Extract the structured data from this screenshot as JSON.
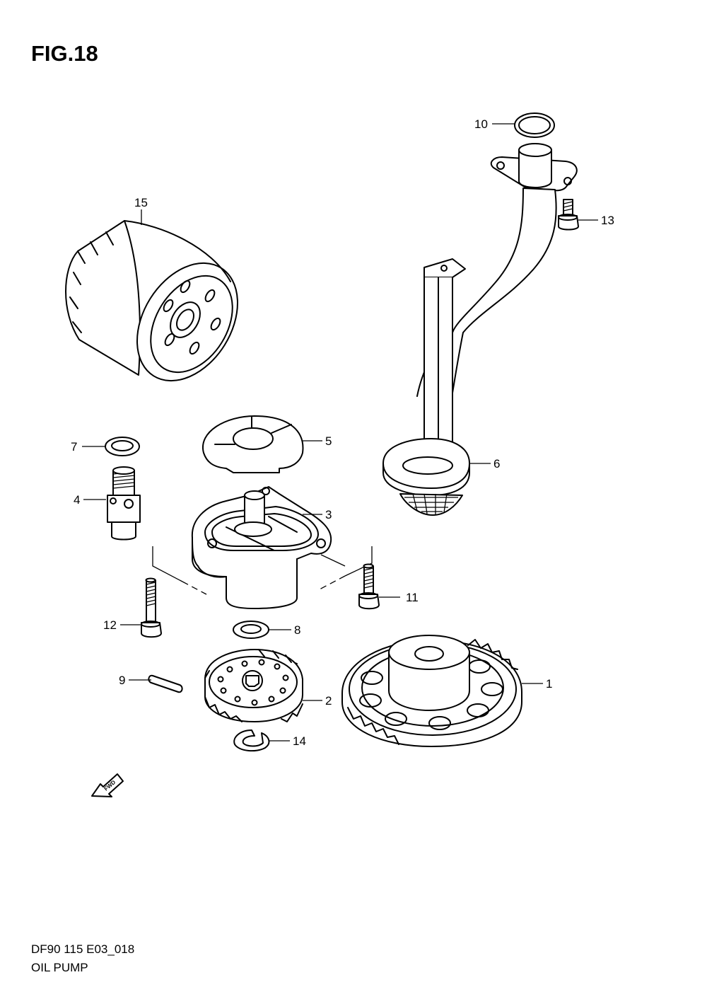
{
  "figure": {
    "title": "FIG.18",
    "code": "DF90 115 E03_018",
    "name": "OIL PUMP",
    "fwd_label": "FWD"
  },
  "callouts": {
    "c1": "1",
    "c2": "2",
    "c3": "3",
    "c4": "4",
    "c5": "5",
    "c6": "6",
    "c7": "7",
    "c8": "8",
    "c9": "9",
    "c10": "10",
    "c11": "11",
    "c12": "12",
    "c13": "13",
    "c14": "14",
    "c15": "15"
  }
}
